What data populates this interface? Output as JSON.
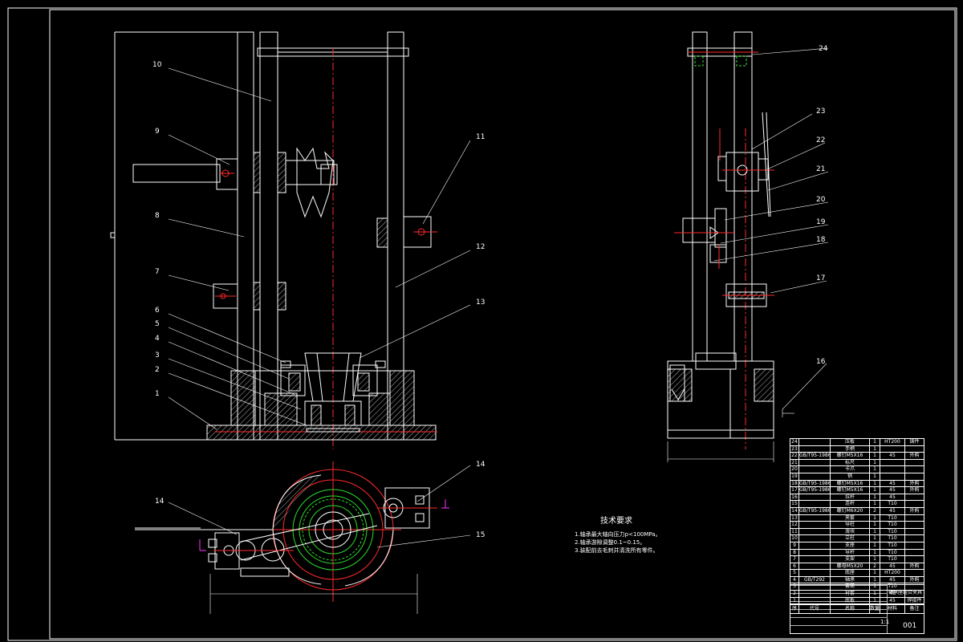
{
  "balloons_front": [
    {
      "n": "10"
    },
    {
      "n": "9"
    },
    {
      "n": "8"
    },
    {
      "n": "7"
    },
    {
      "n": "6"
    },
    {
      "n": "5"
    },
    {
      "n": "4"
    },
    {
      "n": "3"
    },
    {
      "n": "2"
    },
    {
      "n": "1"
    },
    {
      "n": "11"
    },
    {
      "n": "12"
    },
    {
      "n": "13"
    }
  ],
  "balloons_side": [
    {
      "n": "24"
    },
    {
      "n": "23"
    },
    {
      "n": "22"
    },
    {
      "n": "21"
    },
    {
      "n": "20"
    },
    {
      "n": "19"
    },
    {
      "n": "18"
    },
    {
      "n": "17"
    },
    {
      "n": "16"
    }
  ],
  "balloons_top": [
    {
      "n": "14"
    },
    {
      "n": "14"
    },
    {
      "n": "15"
    }
  ],
  "notes": {
    "title": "技术要求",
    "lines": [
      "1.轴承最大轴向压力p<100MPa。",
      "2.轴承游隙调整0.1~0.15。",
      "3.装配前去毛刺并清洗所有零件。"
    ]
  },
  "bom": {
    "rows": [
      {
        "no": "24",
        "code": "",
        "name": "压板",
        "qty": "1",
        "mat": "HT200",
        "note": "铸件"
      },
      {
        "no": "23",
        "code": "",
        "name": "手柄",
        "qty": "1",
        "mat": "",
        "note": ""
      },
      {
        "no": "22",
        "code": "GB/T95-1986",
        "name": "螺钉M5X16",
        "qty": "1",
        "mat": "45",
        "note": "外购"
      },
      {
        "no": "21",
        "code": "",
        "name": "标尺",
        "qty": "1",
        "mat": "",
        "note": ""
      },
      {
        "no": "20",
        "code": "",
        "name": "卡爪",
        "qty": "1",
        "mat": "",
        "note": ""
      },
      {
        "no": "19",
        "code": "",
        "name": "销",
        "qty": "1",
        "mat": "",
        "note": ""
      },
      {
        "no": "18",
        "code": "GB/T95-1986",
        "name": "螺钉M5X16",
        "qty": "1",
        "mat": "45",
        "note": "外购"
      },
      {
        "no": "17",
        "code": "GB/T95-1986",
        "name": "螺钉M5X16",
        "qty": "1",
        "mat": "45",
        "note": "外购"
      },
      {
        "no": "16",
        "code": "",
        "name": "拉杆",
        "qty": "1",
        "mat": "45",
        "note": ""
      },
      {
        "no": "15",
        "code": "",
        "name": "连杆",
        "qty": "1",
        "mat": "T10",
        "note": ""
      },
      {
        "no": "14",
        "code": "GB/T95-1986",
        "name": "螺钉M6X20",
        "qty": "2",
        "mat": "45",
        "note": "外购"
      },
      {
        "no": "13",
        "code": "",
        "name": "夹套",
        "qty": "1",
        "mat": "T10",
        "note": ""
      },
      {
        "no": "12",
        "code": "",
        "name": "导柱",
        "qty": "1",
        "mat": "T10",
        "note": ""
      },
      {
        "no": "11",
        "code": "",
        "name": "滑块",
        "qty": "1",
        "mat": "T10",
        "note": ""
      },
      {
        "no": "10",
        "code": "",
        "name": "立柱",
        "qty": "1",
        "mat": "T10",
        "note": ""
      },
      {
        "no": "9",
        "code": "",
        "name": "支座",
        "qty": "1",
        "mat": "T10",
        "note": ""
      },
      {
        "no": "8",
        "code": "",
        "name": "导杆",
        "qty": "1",
        "mat": "T10",
        "note": ""
      },
      {
        "no": "7",
        "code": "",
        "name": "支架",
        "qty": "1",
        "mat": "T10",
        "note": ""
      },
      {
        "no": "6",
        "code": "",
        "name": "螺母M5X20",
        "qty": "2",
        "mat": "45",
        "note": "外购"
      },
      {
        "no": "5",
        "code": "",
        "name": "底座",
        "qty": "1",
        "mat": "HT200",
        "note": ""
      },
      {
        "no": "4",
        "code": "GB/T292",
        "name": "轴承",
        "qty": "1",
        "mat": "45",
        "note": "外购"
      },
      {
        "no": "3",
        "code": "",
        "name": "套筒",
        "qty": "1",
        "mat": "T10",
        "note": ""
      },
      {
        "no": "2",
        "code": "",
        "name": "衬套",
        "qty": "1",
        "mat": "45",
        "note": ""
      },
      {
        "no": "1",
        "code": "",
        "name": "底板",
        "qty": "1",
        "mat": "45",
        "note": "焊接件"
      }
    ],
    "header": {
      "no": "序",
      "code": "代号",
      "name": "名称",
      "qty": "数量",
      "mat": "材料",
      "note": "备注"
    }
  },
  "titleblock": {
    "drawing_name": "轴承座组合夹具",
    "scale": "1:1",
    "drawing_no": "001"
  }
}
